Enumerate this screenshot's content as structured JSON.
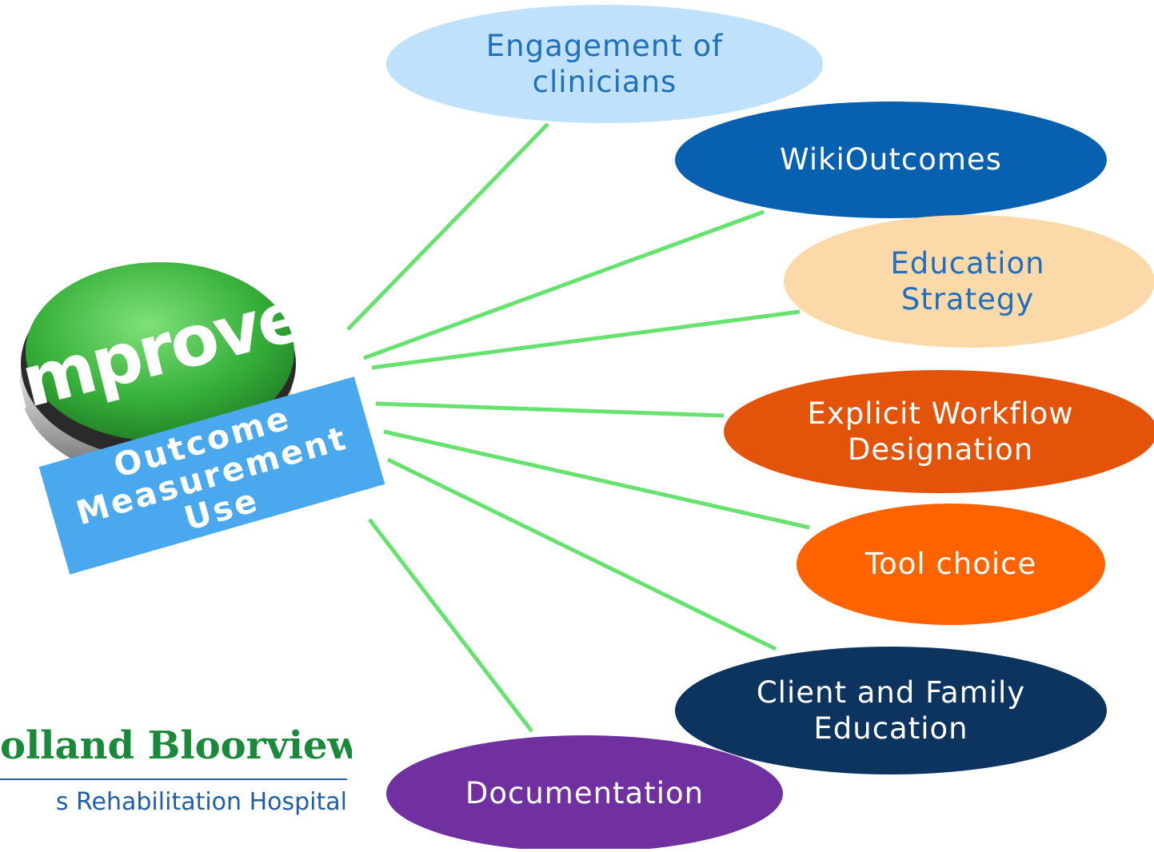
{
  "center": {
    "button_text": "improve",
    "label": "Outcome\nMeasurement\nUse"
  },
  "nodes": [
    {
      "id": "engagement",
      "label": "Engagement of\nclinicians",
      "fill": "#bfe1fb",
      "text_color": "#1f6fbf"
    },
    {
      "id": "wikioutcomes",
      "label": "WikiOutcomes",
      "fill": "#0760b0",
      "text_color": "#ffffff"
    },
    {
      "id": "education-strategy",
      "label": "Education\nStrategy",
      "fill": "#fcd9a8",
      "text_color": "#1f6fbf"
    },
    {
      "id": "explicit-workflow",
      "label": "Explicit Workflow\nDesignation",
      "fill": "#e3540a",
      "text_color": "#ffffff"
    },
    {
      "id": "tool-choice",
      "label": "Tool choice",
      "fill": "#ff6300",
      "text_color": "#ffffff"
    },
    {
      "id": "client-family",
      "label": "Client and Family\nEducation",
      "fill": "#0c345f",
      "text_color": "#ffffff"
    },
    {
      "id": "documentation",
      "label": "Documentation",
      "fill": "#7030a0",
      "text_color": "#ffffff"
    }
  ],
  "logo": {
    "name": "olland Bloorview",
    "tagline": "s Rehabilitation Hospital"
  },
  "colors": {
    "connector": "#66e36f",
    "center_box": "#4aa8ee",
    "button_green": "#3fb83a",
    "logo_green": "#1a8a3a",
    "logo_blue": "#1f5fa8"
  }
}
